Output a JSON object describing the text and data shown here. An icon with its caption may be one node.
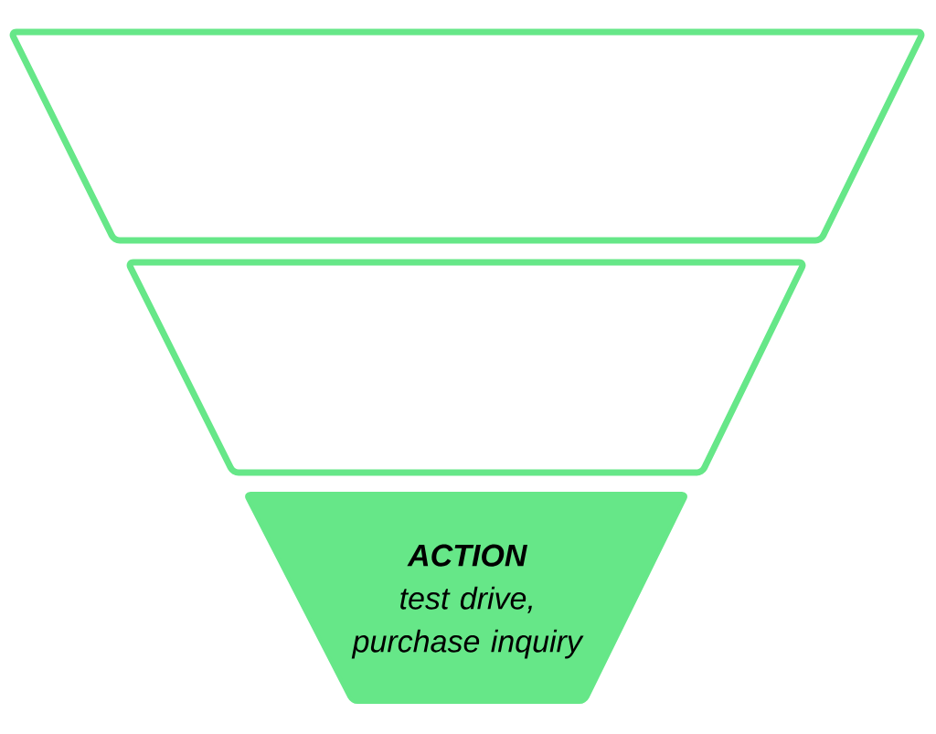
{
  "diagram": {
    "nodes": [
      {
        "text": [],
        "shape": "trapezoid"
      },
      {
        "text": [],
        "shape": "trapezoid"
      },
      {
        "text": [
          "ACTION",
          "test drive, purchase inquiry"
        ]
      }
    ]
  }
}
